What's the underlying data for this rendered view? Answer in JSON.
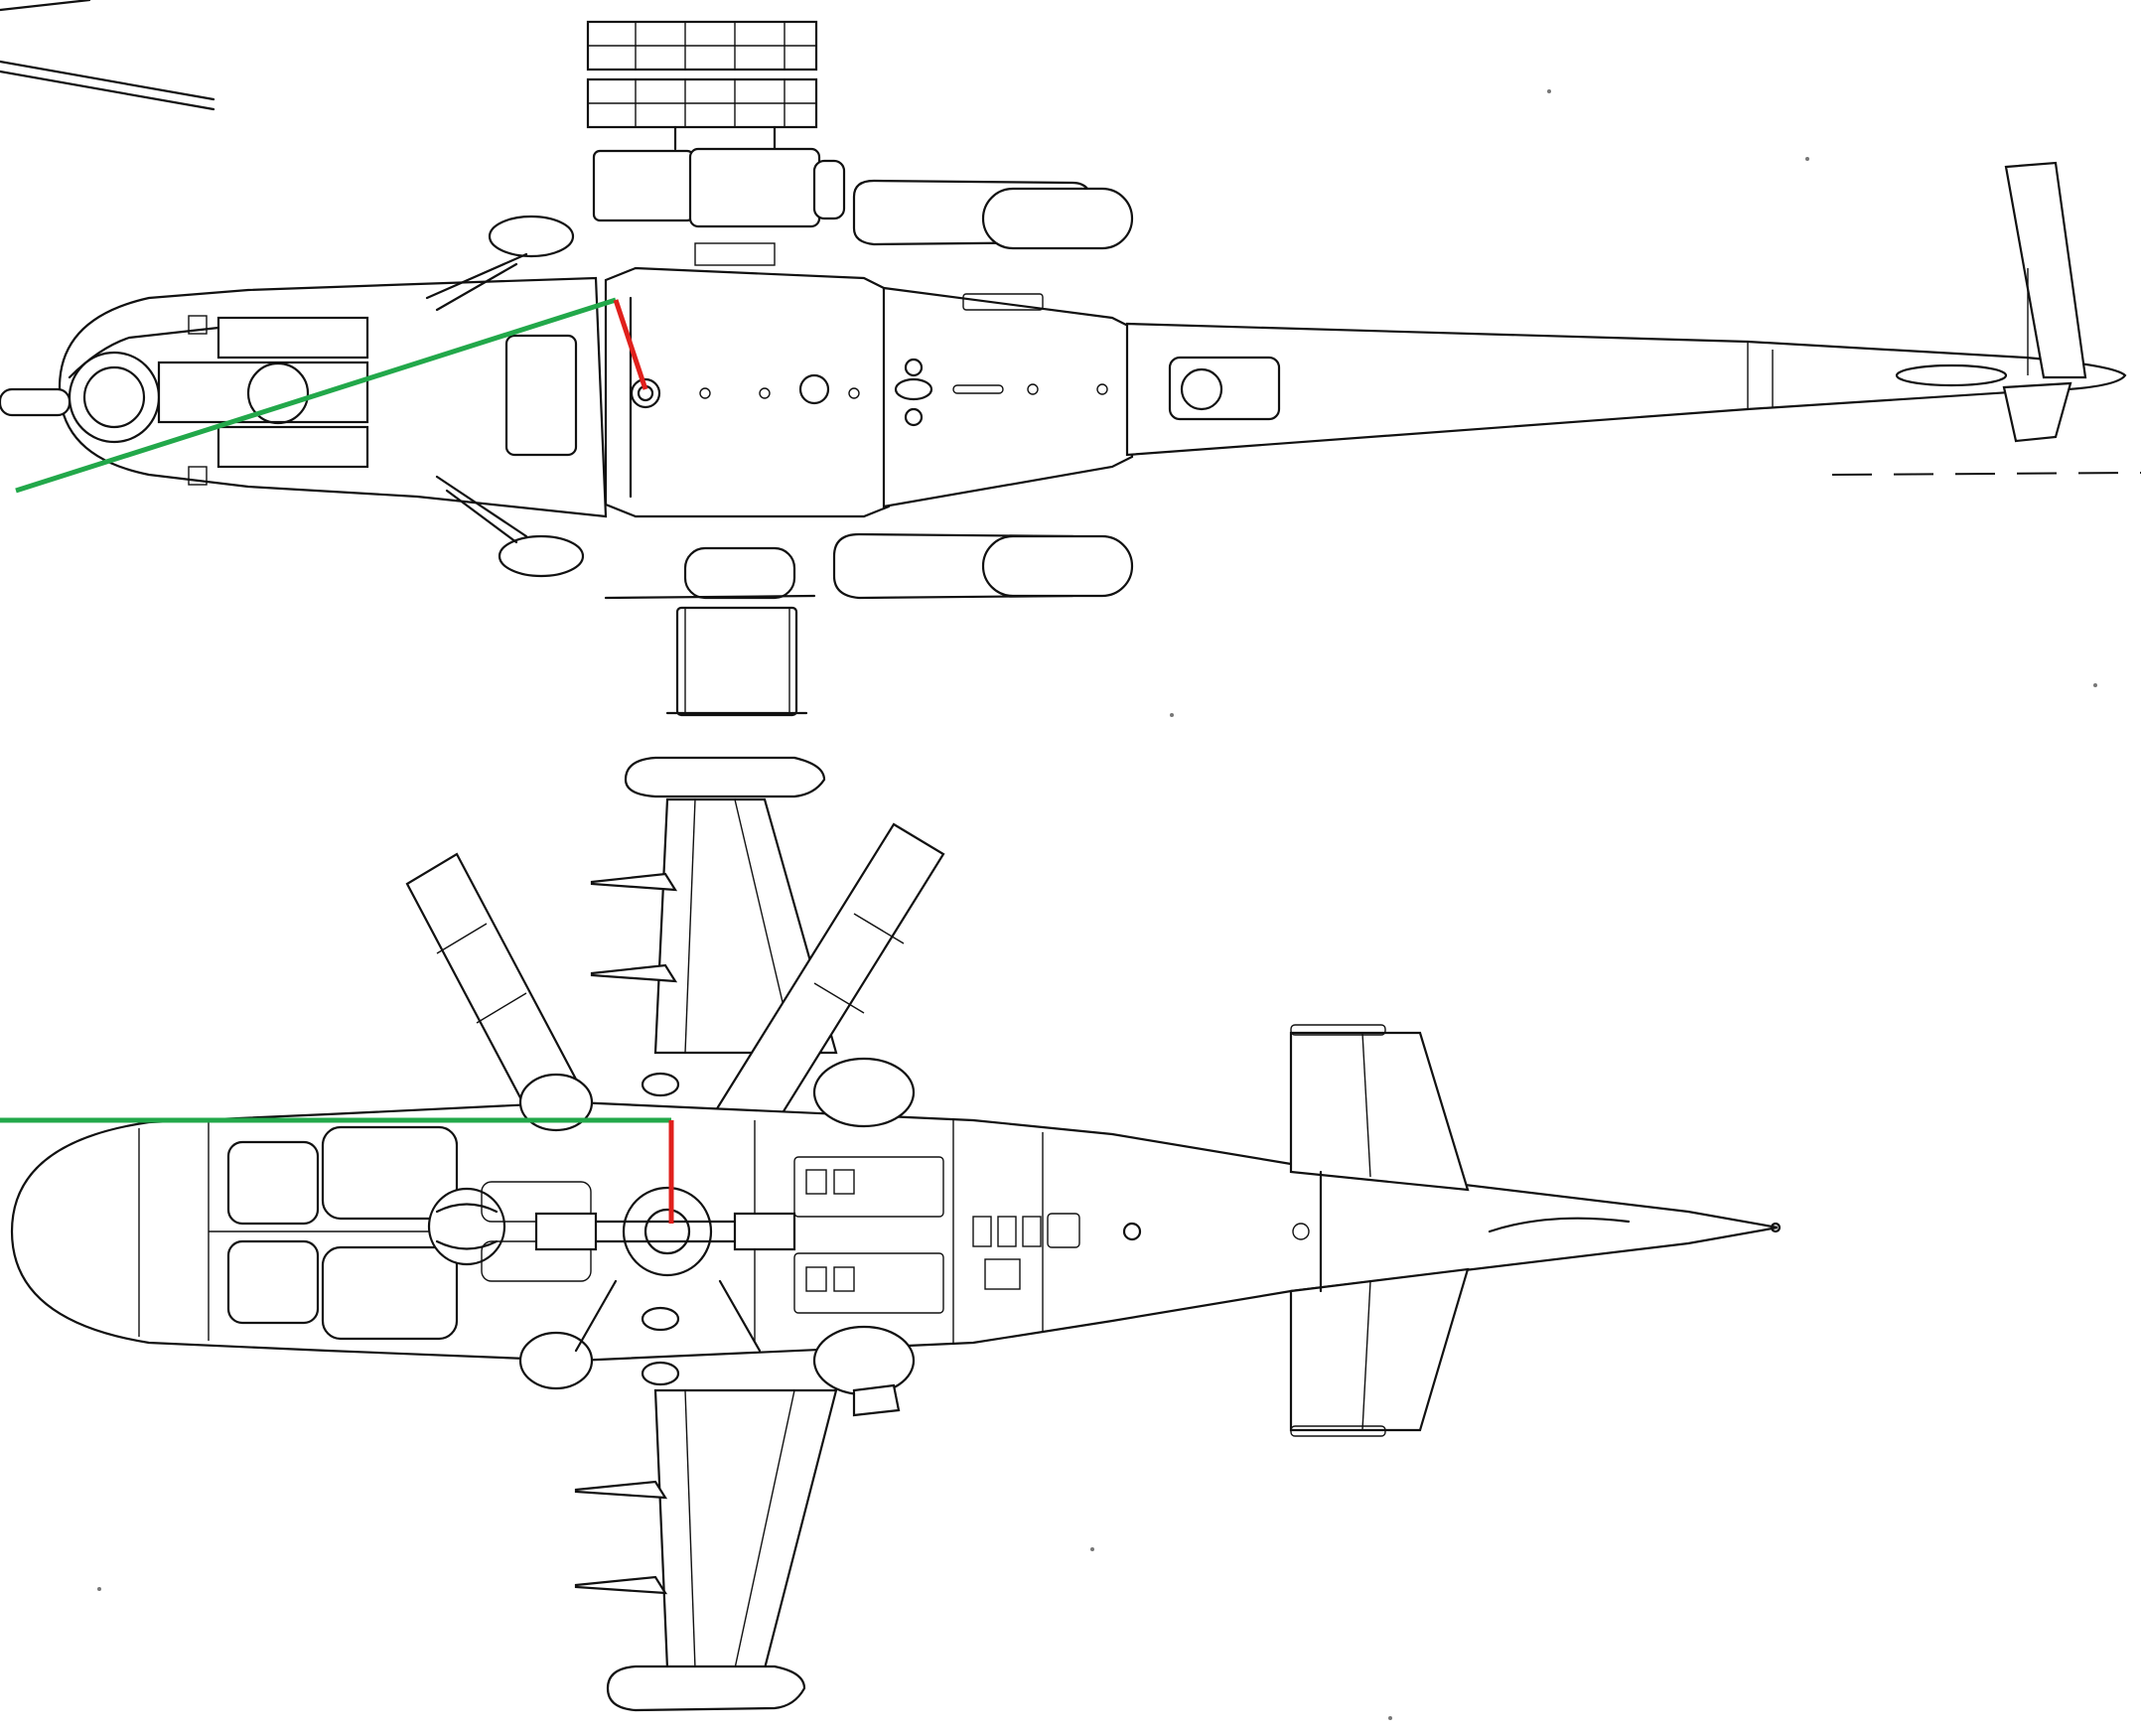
{
  "figure": {
    "background": "#ffffff",
    "line_color": "#111111",
    "views": [
      {
        "name": "side-view",
        "subject": "helicopter"
      },
      {
        "name": "top-view",
        "subject": "helicopter"
      }
    ],
    "overlay_colors": {
      "green": "#22a84a",
      "red": "#e0201c"
    }
  }
}
